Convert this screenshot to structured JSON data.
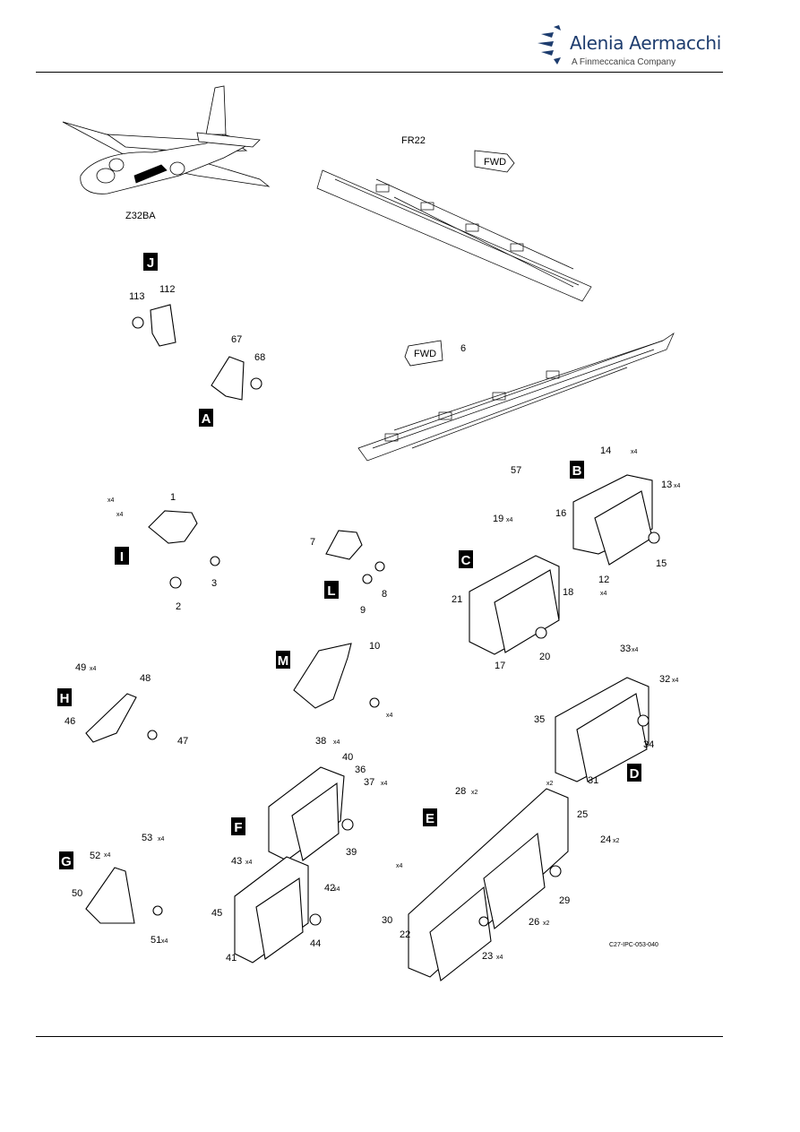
{
  "header": {
    "brand_name": "Alenia Aermacchi",
    "brand_sub": "A Finmeccanica Company",
    "brand_color": "#1d3c6e"
  },
  "drawing": {
    "aircraft_zone": "Z32BA",
    "frame_label": "FR22",
    "fwd_label": "FWD",
    "figure_ref": "C27-IPC-053-040"
  },
  "callout_words": [
    "J",
    "A",
    "I",
    "L",
    "H",
    "M",
    "G",
    "F",
    "C",
    "B",
    "E",
    "D"
  ],
  "item_labels": [
    "113",
    "112",
    "67",
    "68",
    "6",
    "57",
    "1",
    "2",
    "3",
    "7",
    "8",
    "9",
    "10",
    "14",
    "13",
    "15",
    "16",
    "12",
    "19",
    "18",
    "20",
    "21",
    "17",
    "33",
    "32",
    "34",
    "35",
    "31",
    "38",
    "40",
    "36",
    "37",
    "39",
    "28",
    "25",
    "24",
    "29",
    "30",
    "22",
    "23",
    "26",
    "43",
    "42",
    "44",
    "45",
    "41",
    "49",
    "48",
    "46",
    "47",
    "53",
    "52",
    "50",
    "51"
  ],
  "quantity_suffixes": [
    "x4",
    "x4",
    "x4",
    "x4",
    "x4",
    "x4",
    "x4",
    "x4",
    "x4",
    "x4",
    "x2",
    "x2",
    "x2",
    "x4",
    "x2",
    "x4",
    "x4",
    "x4",
    "x4",
    "x4",
    "x4",
    "x4",
    "x4"
  ]
}
